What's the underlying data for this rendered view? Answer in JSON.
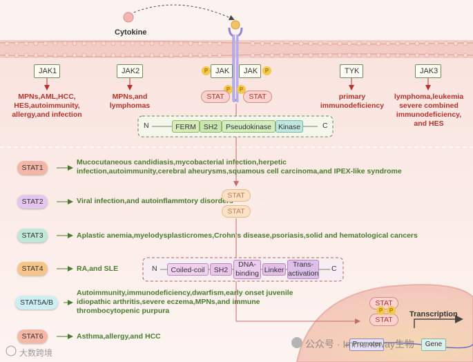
{
  "cytokine_label": "Cytokine",
  "receptor": {
    "jak_left": "JAK",
    "jak_right": "JAK",
    "p": "P",
    "stat_left": "STAT",
    "stat_right": "STAT"
  },
  "jak_family": [
    {
      "name": "JAK1",
      "diseases": [
        "MPNs,AML,HCC,",
        "HES,autoimmunity,",
        "allergy,and infection"
      ]
    },
    {
      "name": "JAK2",
      "diseases": [
        "MPNs,and",
        "lymphomas"
      ]
    },
    {
      "name": "TYK",
      "diseases": [
        "primary",
        "immunodeficiency"
      ]
    },
    {
      "name": "JAK3",
      "diseases": [
        "lymphoma,leukemia",
        "severe combined",
        "immunodeficiency,",
        "and HES"
      ]
    }
  ],
  "jak_structure": {
    "n": "N",
    "c": "C",
    "domains": [
      "FERM",
      "SH2",
      "Pseudokinase",
      "Kinase"
    ]
  },
  "stats": [
    {
      "name": "STAT1",
      "color": "#f4b6a8",
      "lines": [
        "Mucocutaneous candidiasis,mycobacterial infection,herpetic",
        "infection,autoimmunity,cerebral aheurysms,squamous cell carcinoma,and IPEX-like syndrome"
      ]
    },
    {
      "name": "STAT2",
      "color": "#e4c6ee",
      "lines": [
        "Viral infection,and autoinflammtory disorders"
      ]
    },
    {
      "name": "STAT3",
      "color": "#bfe8d8",
      "lines": [
        "Aplastic anemia,myelodysplasticromes,Crohn's disease,psoriasis,solid and hematological cancers"
      ]
    },
    {
      "name": "STAT4",
      "color": "#f6c58a",
      "lines": [
        "RA,and SLE"
      ]
    },
    {
      "name": "STAT5A/B",
      "color": "#cdeef2",
      "lines": [
        "Autoimmunity,immunodeficiency,dwarfism,early onset juvenile",
        "idiopathic arthritis,severe eczema,MPNs,and immune",
        "thrombocytopenic purpura"
      ]
    },
    {
      "name": "STAT6",
      "color": "#f6b8a6",
      "lines": [
        "Asthma,allergy,and HCC"
      ]
    }
  ],
  "dimer": {
    "top": "STAT",
    "bottom": "STAT"
  },
  "stat_structure": {
    "n": "N",
    "c": "C",
    "domains": [
      "Coiled-coil",
      "SH2",
      "DNA-binding",
      "Linker",
      "Trans-activation"
    ]
  },
  "nucleus": {
    "stat_top": "STAT",
    "stat_bottom": "STAT",
    "p": "P",
    "transcription": "Transcription",
    "promoter": "Promoter",
    "gene": "Gene"
  },
  "watermarks": {
    "left": "大数跨境",
    "right": "公众号 · Immunoway生物"
  },
  "colors": {
    "disease_red": "#b5322a",
    "disease_green": "#4a7a2d",
    "membrane": "#f0c8c0"
  }
}
